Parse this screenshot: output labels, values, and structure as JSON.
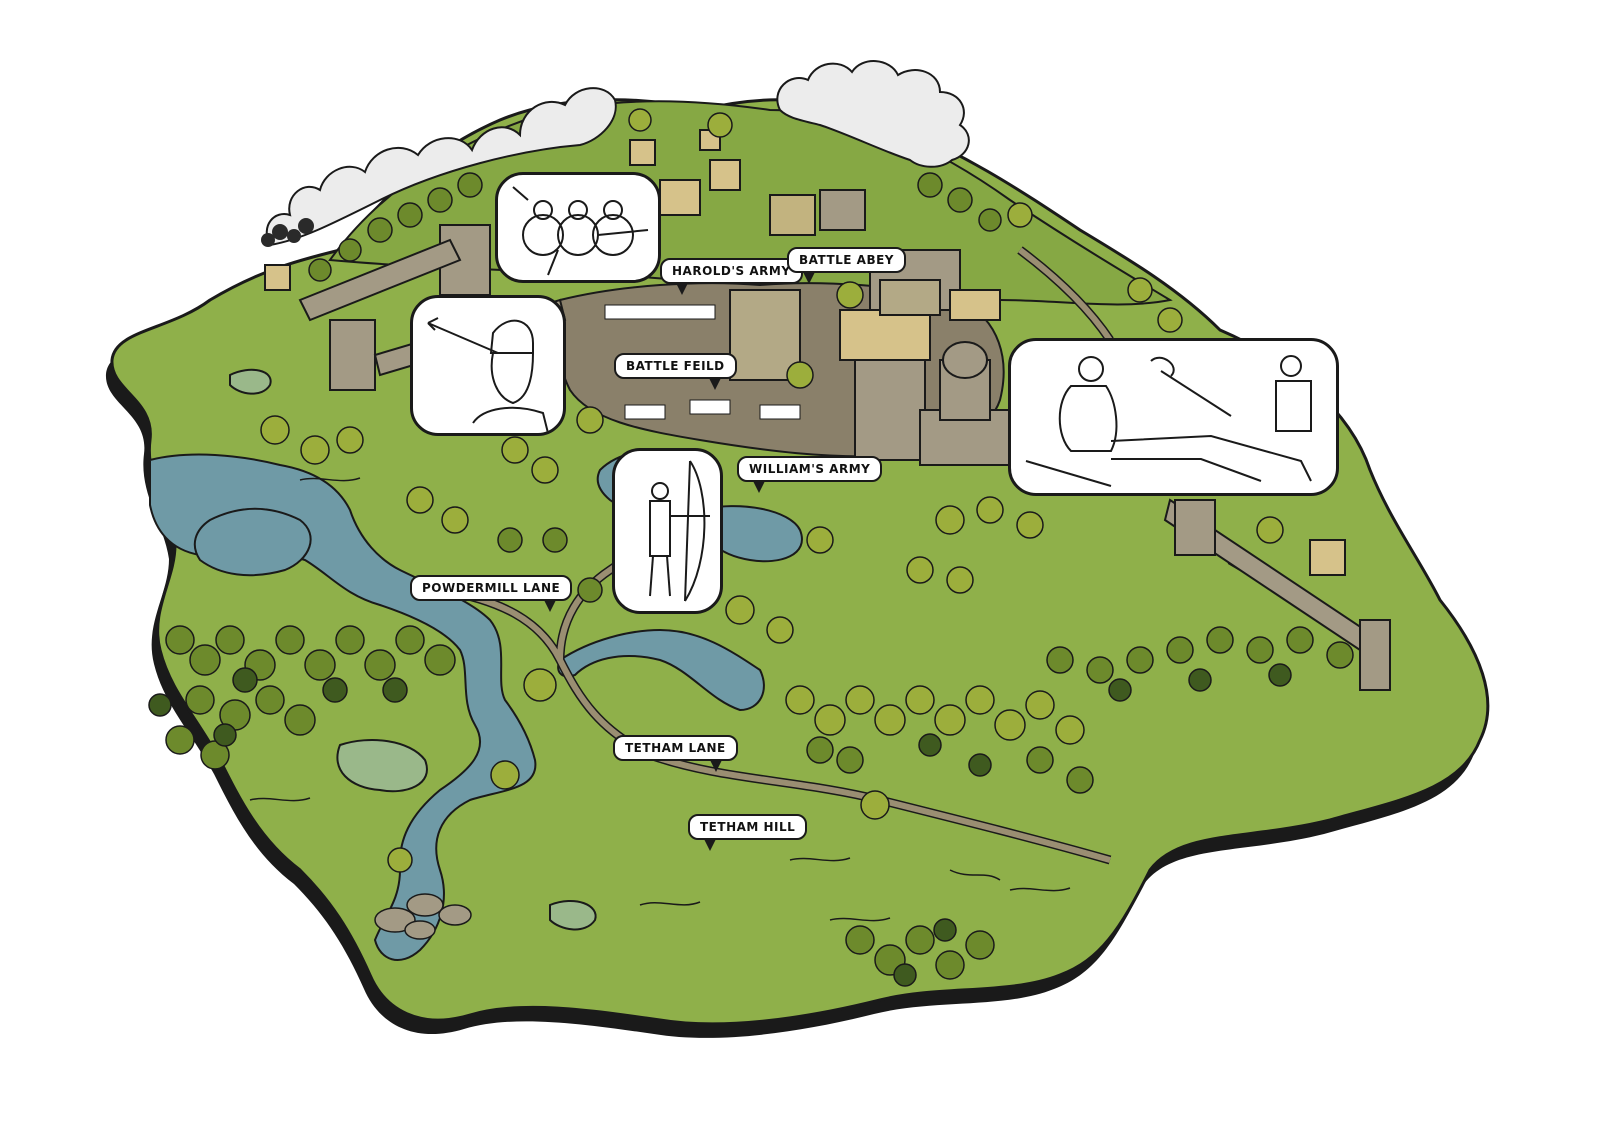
{
  "map": {
    "colors": {
      "grass": "#8fb04a",
      "grass_dark": "#6e8f34",
      "water": "#6f9aa6",
      "road": "#9a8e72",
      "outline": "#1a1a1a",
      "tree_dark": "#3f5a1f",
      "tree_mid": "#6d8a2c",
      "tree_light": "#9cae3c",
      "stone": "#a39a85",
      "roof": "#d6c28a",
      "cloud": "#ececec"
    },
    "labels": {
      "harolds_army": "HAROLD'S ARMY",
      "battle_abey": "BATTLE ABEY",
      "battle_feild": "BATTLE FEILD",
      "williams_army": "WILLIAM'S ARMY",
      "powdermill_lane": "POWDERMILL LANE",
      "tetham_lane": "TETHAM LANE",
      "tetham_hill": "TETHAM HILL"
    },
    "vignettes": {
      "shield_wall": "shield-wall-vignette",
      "arrow_eye": "arrow-in-eye-vignette",
      "archer": "archer-vignette",
      "resting_soldiers": "resting-soldiers-vignette"
    }
  }
}
